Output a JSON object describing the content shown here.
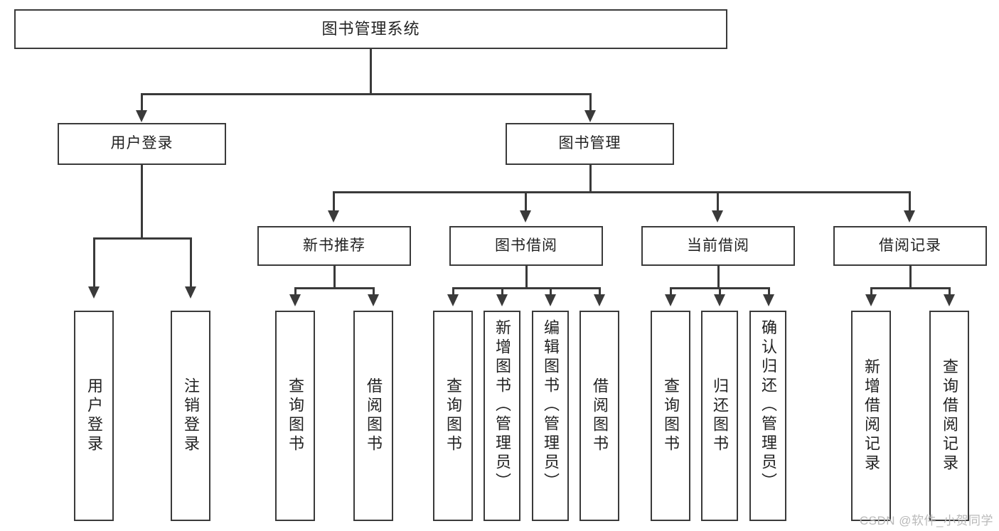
{
  "diagram": {
    "type": "tree",
    "title": "图书管理系统",
    "root": {
      "label": "图书管理系统"
    },
    "level2": [
      {
        "id": "user-login",
        "label": "用户登录"
      },
      {
        "id": "book-manage",
        "label": "图书管理"
      }
    ],
    "level3": [
      {
        "id": "new-book-recommend",
        "label": "新书推荐"
      },
      {
        "id": "book-borrow",
        "label": "图书借阅"
      },
      {
        "id": "current-borrow",
        "label": "当前借阅"
      },
      {
        "id": "borrow-record",
        "label": "借阅记录"
      }
    ],
    "leaves": {
      "user_login": [
        {
          "id": "leaf-user-login",
          "label": "用户登录"
        },
        {
          "id": "leaf-user-logout",
          "label": "注销登录"
        }
      ],
      "new_book_recommend": [
        {
          "id": "leaf-query-book-1",
          "label": "查询图书"
        },
        {
          "id": "leaf-borrow-book-1",
          "label": "借阅图书"
        }
      ],
      "book_borrow": [
        {
          "id": "leaf-query-book-2",
          "label": "查询图书"
        },
        {
          "id": "leaf-add-book",
          "label": "新增图书（管理员）"
        },
        {
          "id": "leaf-edit-book",
          "label": "编辑图书（管理员）"
        },
        {
          "id": "leaf-borrow-book-2",
          "label": "借阅图书"
        }
      ],
      "current_borrow": [
        {
          "id": "leaf-query-book-3",
          "label": "查询图书"
        },
        {
          "id": "leaf-return-book",
          "label": "归还图书"
        },
        {
          "id": "leaf-confirm-return",
          "label": "确认归还（管理员）"
        }
      ],
      "borrow_record": [
        {
          "id": "leaf-add-record",
          "label": "新增借阅记录"
        },
        {
          "id": "leaf-query-record",
          "label": "查询借阅记录"
        }
      ]
    }
  },
  "watermark": {
    "text": "CSDN @软件_小贺同学"
  },
  "colors": {
    "stroke": "#3a3a3a",
    "text": "#222222",
    "background": "#ffffff",
    "watermark": "#b9b9b9"
  }
}
